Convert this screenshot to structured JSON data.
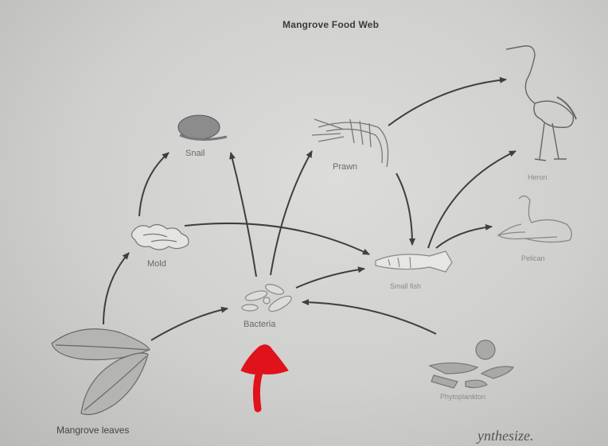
{
  "title": "Mangrove Food Web",
  "organisms": {
    "snail": "Snail",
    "prawn": "Prawn",
    "heron": "Heron",
    "mold": "Mold",
    "small_fish": "Small fish",
    "pelican": "Pelican",
    "bacteria": "Bacteria",
    "mangrove_leaves": "Mangrove leaves",
    "phytoplankton": "Phytoplankton"
  },
  "bottom_text": "ynthesize.",
  "colors": {
    "arrow": "#3f3f3f",
    "annotation": "#e0121b"
  },
  "annotation": {
    "shape": "mushroom-arrow",
    "points_to": "bacteria"
  }
}
